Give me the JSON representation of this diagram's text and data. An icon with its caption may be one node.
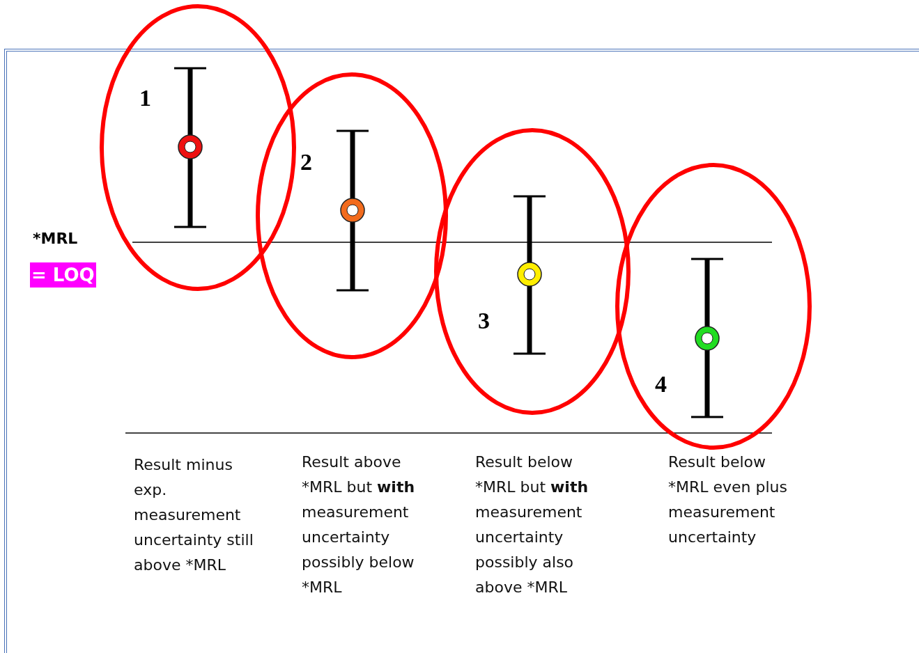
{
  "diagram": {
    "nodes": [
      {
        "text": [
          "1"
        ]
      },
      {
        "text": [
          "2"
        ]
      },
      {
        "text": [
          "3"
        ]
      },
      {
        "text": [
          "4"
        ]
      }
    ],
    "labels": [
      "*MRL",
      "= LOQ",
      "Result minus exp. measurement uncertainty still above *MRL",
      "Result above *MRL but **with** measurement uncertainty possibly below *MRL",
      "Result below *MRL but **with** measurement uncertainty possibly also above *MRL",
      "Result below *MRL even plus measurement uncertainty"
    ]
  }
}
